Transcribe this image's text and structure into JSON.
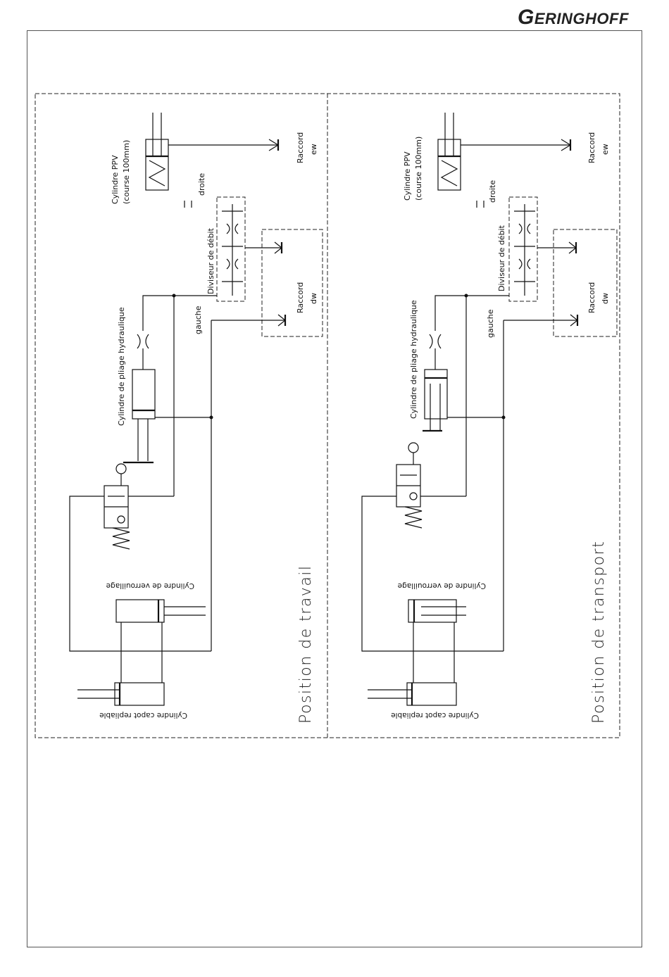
{
  "brand": {
    "logo_text": "GERINGHOFF",
    "logo_first": "G",
    "logo_rest": "ERINGHOFF"
  },
  "panels": [
    {
      "id": "travail",
      "position_label": "Position de travail",
      "cyl_ppv_line1": "Cylindre PPV",
      "cyl_ppv_line2": "(course 100mm)",
      "raccord_ew_1": "Raccord",
      "raccord_ew_2": "ew",
      "droite": "droite",
      "diviseur": "Diviseur de débit",
      "raccord_dw_1": "Raccord",
      "raccord_dw_2": "dw",
      "gauche": "gauche",
      "pliage": "Cylindre de pliage hydraulique",
      "verrouillage": "Cylindre de verrouillage",
      "capot": "Cylindre capot repliable"
    },
    {
      "id": "transport",
      "position_label": "Position de transport",
      "cyl_ppv_line1": "Cylindre PPV",
      "cyl_ppv_line2": "(course 100mm)",
      "raccord_ew_1": "Raccord",
      "raccord_ew_2": "ew",
      "droite": "droite",
      "diviseur": "Diviseur de débit",
      "raccord_dw_1": "Raccord",
      "raccord_dw_2": "dw",
      "gauche": "gauche",
      "pliage": "Cylindre de pliage hydraulique",
      "verrouillage": "Cylindre de verrouillage",
      "capot": "Cylindre capot repliable"
    }
  ]
}
